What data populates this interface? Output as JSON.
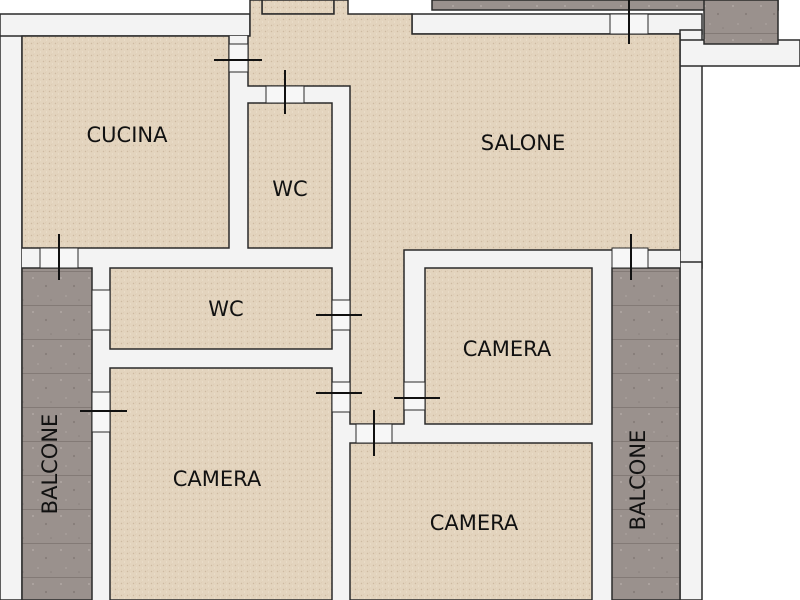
{
  "rooms": {
    "cucina": "CUCINA",
    "salone": "SALONE",
    "wc_upper": "WC",
    "wc_lower": "WC",
    "camera_right_small": "CAMERA",
    "camera_left": "CAMERA",
    "camera_center": "CAMERA",
    "balcone_left": "BALCONE",
    "balcone_right": "BALCONE"
  },
  "colors": {
    "wall": "#f3f3f3",
    "wall_outline": "#2a2a2a",
    "floor": "#e2d3bd",
    "balcony": "#9a918d",
    "door_line": "#111111"
  }
}
